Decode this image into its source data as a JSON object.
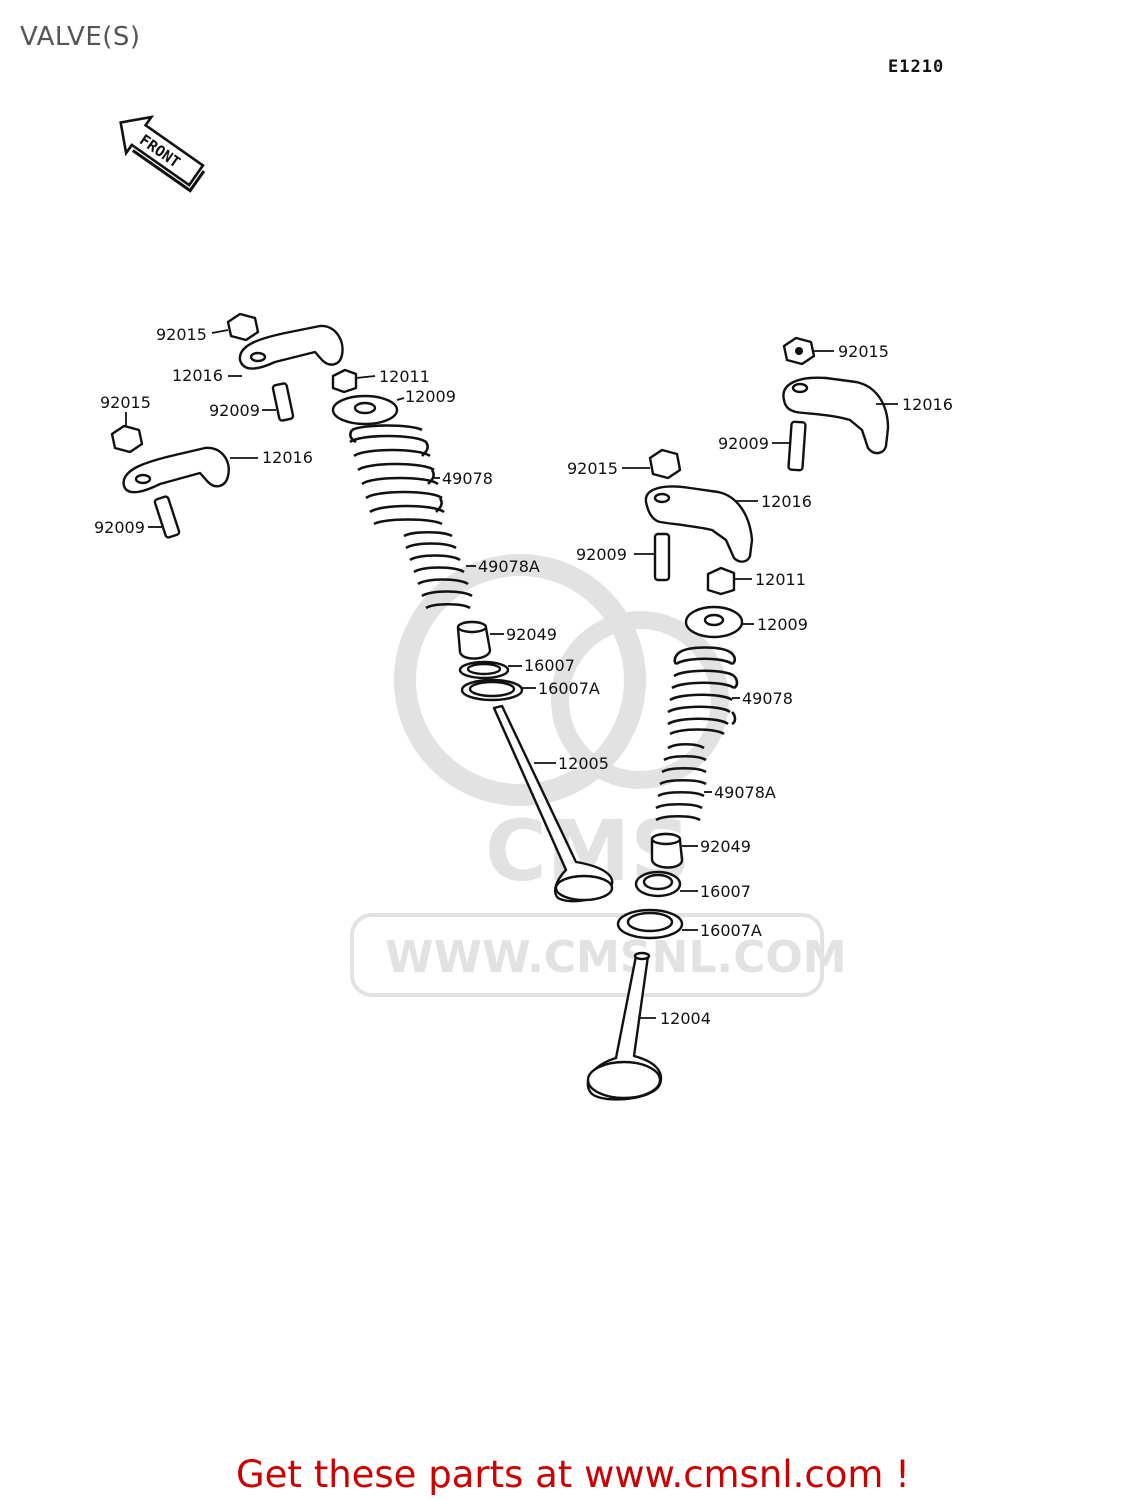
{
  "page": {
    "title": "VALVE(S)",
    "diagram_code": "E1210"
  },
  "front_arrow": {
    "label": "FRONT"
  },
  "watermark": {
    "text": "WWW.CMSNL.COM",
    "logo_text": "CMS"
  },
  "callouts": {
    "left_nut_upper": "92015",
    "left_rocker_upper": "12016",
    "left_collet": "12011",
    "left_retainer": "12009",
    "left_adjuster_upper": "92009",
    "left_nut_lower": "92015",
    "left_rocker_lower": "12016",
    "left_spring_outer": "49078",
    "left_adjuster_lower": "92009",
    "left_spring_inner": "49078A",
    "left_stem_seal": "92049",
    "left_seat_a": "16007",
    "left_seat_b": "16007A",
    "left_valve": "12005",
    "right_nut_upper": "92015",
    "right_rocker_upper": "12016",
    "right_adjuster_upper": "92009",
    "right_nut_lower": "92015",
    "right_rocker_lower": "12016",
    "right_adjuster_lower": "92009",
    "right_collet": "12011",
    "right_retainer": "12009",
    "right_spring_outer": "49078",
    "right_spring_inner": "49078A",
    "right_stem_seal": "92049",
    "right_seat_a": "16007",
    "right_seat_b": "16007A",
    "right_valve": "12004"
  },
  "footer": {
    "link_text": "Get these parts at www.cmsnl.com !"
  },
  "colors": {
    "link": "#cc0000",
    "title": "#555555",
    "watermark": "#e2e2e2"
  },
  "icons": {
    "front_arrow": "front-arrow-icon"
  }
}
